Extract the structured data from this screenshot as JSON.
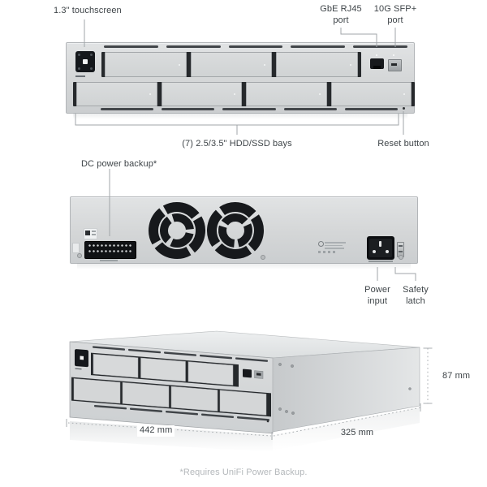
{
  "front": {
    "touchscreen_label": "1.3\" touchscreen",
    "gbe_port_label": "GbE RJ45 port",
    "sfp_port_label": "10G SFP+ port",
    "bays_label": "(7) 2.5/3.5\" HDD/SSD bays",
    "reset_label": "Reset button"
  },
  "rear": {
    "dc_backup_label": "DC power backup*",
    "power_input_label": "Power input",
    "safety_latch_label": "Safety latch"
  },
  "dimensions": {
    "width_label": "442 mm",
    "depth_label": "325 mm",
    "height_label": "87 mm"
  },
  "footnote": "*Requires UniFi Power Backup.",
  "colors": {
    "chassis_grey": "#d5d7d8",
    "dark_detail": "#17191c",
    "leader_line": "#a0a5a8",
    "label_text": "#3e4448",
    "footnote_text": "#b4b8bb"
  }
}
